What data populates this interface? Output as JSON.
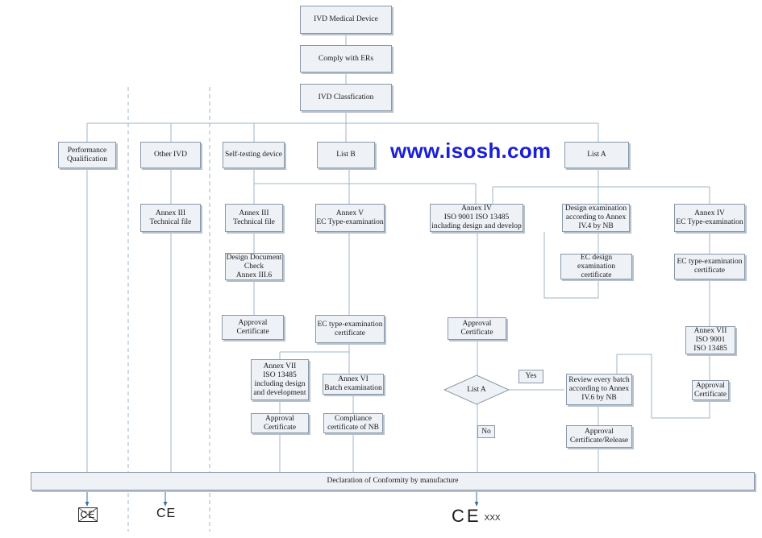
{
  "boxes": {
    "ivd_device": "IVD Medical Device",
    "comply_ers": "Comply with ERs",
    "ivd_classification": "IVD Classfication",
    "performance_qualification": "Performance\nQualification",
    "other_ivd": "Other  IVD",
    "self_testing": "Self-testing device",
    "list_b": "List B",
    "list_a_top": "List A",
    "annex3_other": "Annex III\nTechnical file",
    "annex3_self": "Annex III\nTechnical file",
    "design_doc_check": "Design Document\nCheck\nAnnex III.6",
    "approval_self": "Approval\nCertificate",
    "annex5_listb": "Annex V\nEC Type-examination",
    "ec_type_cert_listb": "EC type-examination\ncertificate",
    "annex7_listb": "Annex VII\nISO 13485\nincluding design\nand development",
    "approval_annex7_listb": "Approval\nCertificate",
    "annex6_listb": "Annex VI\nBatch examination",
    "compliance_cert_nb": "Compliance\ncertificate of NB",
    "annex4_center": "Annex IV\nISO 9001 ISO 13485\nincluding design and develop",
    "approval_center": "Approval\nCertificate",
    "design_exam_annex4": "Design examination\naccording to Annex\nIV.4 by NB",
    "ec_design_cert": "EC design\nexamination certificate",
    "annex4_right": "Annex IV\nEC Type-examination",
    "ec_type_cert_right": "EC type-examination\ncertificate",
    "annex7_right": "Annex VII\nISO 9001\nISO 13485",
    "approval_right": "Approval\nCertificate",
    "review_batch": "Review every batch\naccording to Annex\nIV.6 by NB",
    "approval_release": "Approval\nCertificate/Release",
    "declaration": "Declaration of Conformity by manufacture"
  },
  "decision": {
    "label": "List A",
    "yes": "Yes",
    "no": "No"
  },
  "watermark": "www.isosh.com",
  "ce_marks": {
    "left": "CE",
    "middle": "CE",
    "right": "CE",
    "right_number": "XXX"
  },
  "colors": {
    "connector": "#9fb4c7",
    "arrow": "#3d6fa0",
    "watermark": "#1a1fd6",
    "box_fill": "#eef2f7"
  }
}
